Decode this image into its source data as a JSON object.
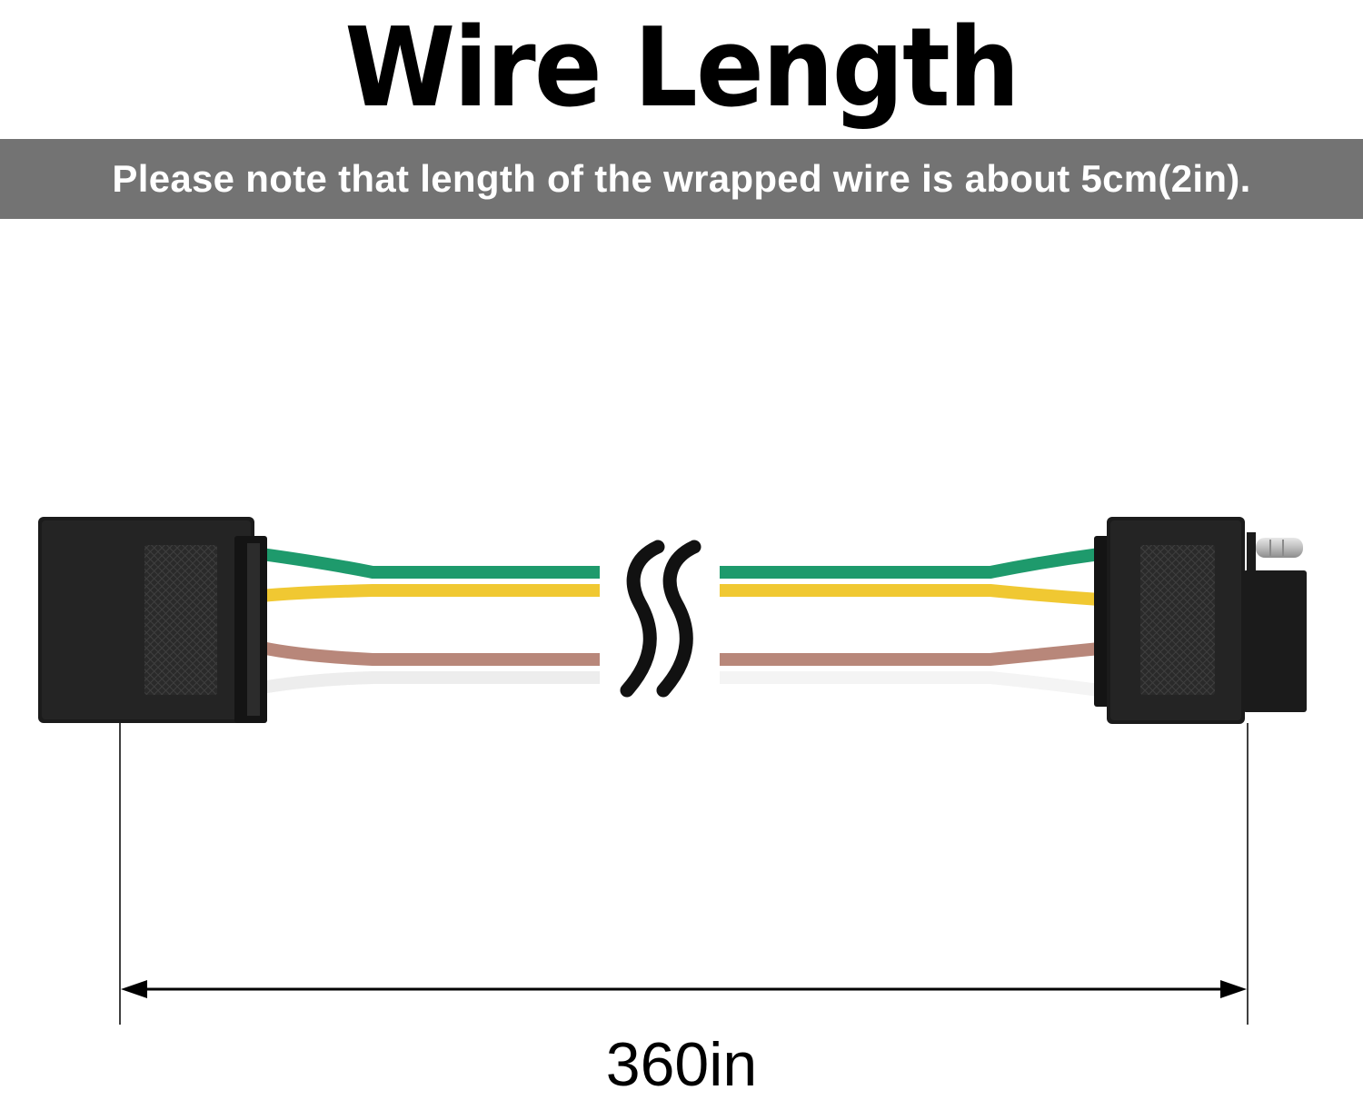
{
  "title": "Wire Length",
  "note": "Please note that length of the wrapped wire is about 5cm(2in).",
  "dimension": {
    "label": "360in"
  },
  "wires": [
    {
      "name": "green",
      "color": "#1e9a6c"
    },
    {
      "name": "yellow",
      "color": "#f0c832"
    },
    {
      "name": "brown",
      "color": "#b8877a"
    },
    {
      "name": "white",
      "color": "#f4f4f4"
    }
  ],
  "colors": {
    "banner": "#737373",
    "connector": "#1b1b1b",
    "break-symbol": "#111111"
  },
  "icons": {
    "break": "wavy-break-icon",
    "left-connector": "female-connector-icon",
    "right-connector": "male-connector-icon",
    "dimension-arrow": "double-arrow-icon"
  }
}
